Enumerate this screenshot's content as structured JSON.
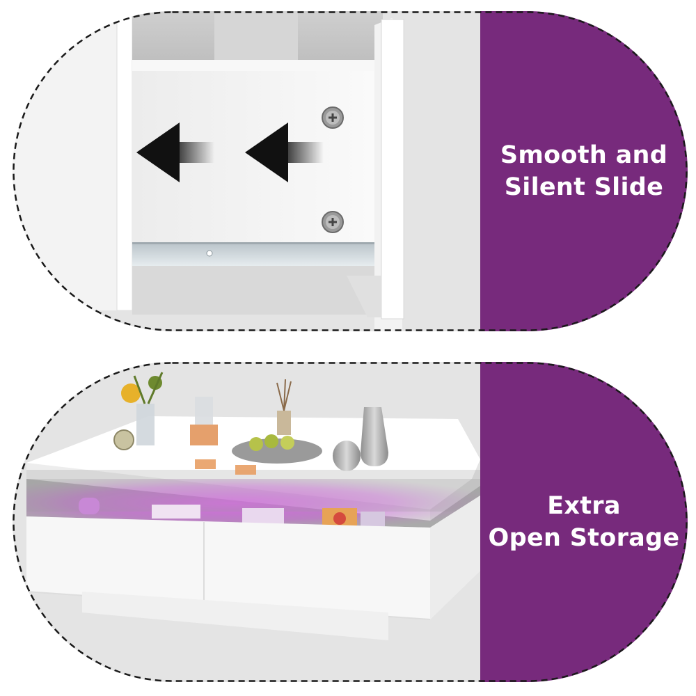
{
  "colors": {
    "accent_purple": "#772a7c",
    "background_gray": "#e4e4e4",
    "furniture_white": "#f7f7f7",
    "led_glow": "#d34ce6",
    "arrow": "#111111",
    "dash": "#1a1a1a"
  },
  "features": [
    {
      "caption_line1": "Smooth and",
      "caption_line2": "Silent Slide",
      "illustration": "drawer-slide-arrows"
    },
    {
      "caption_line1": "Extra",
      "caption_line2": "Open Storage",
      "illustration": "coffee-table-led-shelf"
    }
  ]
}
